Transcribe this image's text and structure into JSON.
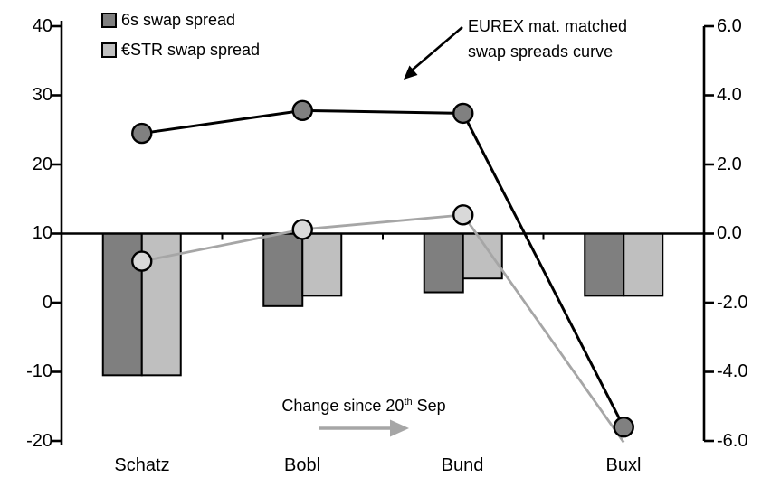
{
  "chart_data": {
    "type": "combo-bar-line",
    "categories": [
      "Schatz",
      "Bobl",
      "Bund",
      "Buxl"
    ],
    "left_axis": {
      "min": -20,
      "max": 40,
      "tick_step": 10,
      "tick_labels": [
        "40",
        "30",
        "20",
        "10",
        "0",
        "-10",
        "-20"
      ]
    },
    "right_axis": {
      "min": -6.0,
      "max": 6.0,
      "tick_step": 2.0,
      "tick_labels": [
        "6.0",
        "4.0",
        "2.0",
        "0.0",
        "-2.0",
        "-4.0",
        "-6.0"
      ]
    },
    "bar_series": [
      {
        "name": "6s swap spread",
        "axis": "right",
        "fill": "#7f7f7f",
        "stroke": "#000000",
        "values": [
          -4.1,
          -2.1,
          -1.7,
          -1.8
        ]
      },
      {
        "name": "€STR swap spread",
        "axis": "right",
        "fill": "#bfbfbf",
        "stroke": "#000000",
        "values": [
          -4.1,
          -1.8,
          -1.3,
          -1.8
        ]
      }
    ],
    "line_series": [
      {
        "name": "€STR swap spread",
        "axis": "left",
        "line_color": "#a6a6a6",
        "marker_fill": "#d9d9d9",
        "marker_stroke": "#000000",
        "values": [
          6.0,
          10.6,
          12.7,
          -20.2
        ],
        "marker_shown": [
          true,
          true,
          true,
          false
        ]
      },
      {
        "name": "6s swap spread",
        "axis": "left",
        "line_color": "#000000",
        "marker_fill": "#808080",
        "marker_stroke": "#000000",
        "values": [
          24.5,
          27.8,
          27.4,
          -18.0
        ],
        "marker_shown": [
          true,
          true,
          true,
          true
        ]
      }
    ],
    "legend": {
      "position": "top-left",
      "items": [
        {
          "label": "6s swap spread",
          "swatch": "#7f7f7f"
        },
        {
          "label": "€STR swap spread",
          "swatch": "#bfbfbf"
        }
      ]
    },
    "annotations": {
      "curve_note_line1": "EUREX mat. matched",
      "curve_note_line2": "swap spreads curve",
      "change_note_prefix": "Change since 20",
      "change_note_superscript": "th",
      "change_note_suffix": " Sep",
      "curve_arrow_color": "#000000",
      "change_arrow_color": "#a6a6a6"
    },
    "grid": false,
    "background": "#ffffff"
  }
}
